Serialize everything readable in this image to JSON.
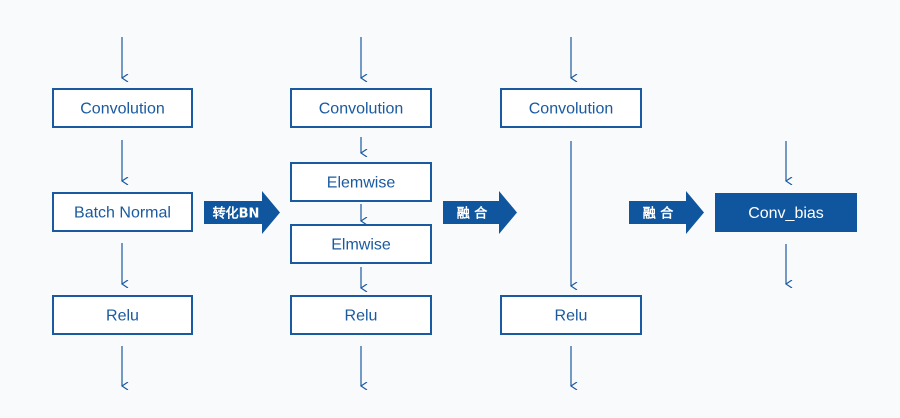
{
  "colors": {
    "stroke": "#1a5aa0",
    "fill_dark": "#10569e",
    "background": "#f9fafc"
  },
  "columns": [
    {
      "boxes": [
        {
          "id": "conv1",
          "label": "Convolution"
        },
        {
          "id": "bn1",
          "label": "Batch Normal"
        },
        {
          "id": "relu1",
          "label": "Relu"
        }
      ]
    },
    {
      "boxes": [
        {
          "id": "conv2",
          "label": "Convolution"
        },
        {
          "id": "elemwise2",
          "label": "Elemwise"
        },
        {
          "id": "elmwise2",
          "label": "Elmwise"
        },
        {
          "id": "relu2",
          "label": "Relu"
        }
      ]
    },
    {
      "boxes": [
        {
          "id": "conv3",
          "label": "Convolution"
        },
        {
          "id": "relu3",
          "label": "Relu"
        }
      ]
    },
    {
      "boxes": [
        {
          "id": "convbias4",
          "label": "Conv_bias"
        }
      ]
    }
  ],
  "transitions": [
    {
      "id": "t1",
      "label": "转化BN"
    },
    {
      "id": "t2",
      "label": "融 合"
    },
    {
      "id": "t3",
      "label": "融 合"
    }
  ]
}
